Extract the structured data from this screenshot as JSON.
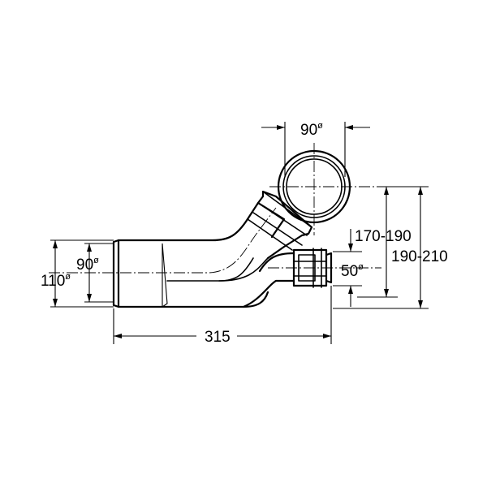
{
  "dimensions": {
    "outer_diameter": {
      "value": "110",
      "unit": "ø"
    },
    "inner_diameter": {
      "value": "90",
      "unit": "ø"
    },
    "length": {
      "value": "315"
    },
    "top_diameter": {
      "value": "90",
      "unit": "ø"
    },
    "branch_diameter": {
      "value": "50",
      "unit": "ø"
    },
    "height_range_1": {
      "value": "170-190"
    },
    "height_range_2": {
      "value": "190-210"
    }
  }
}
